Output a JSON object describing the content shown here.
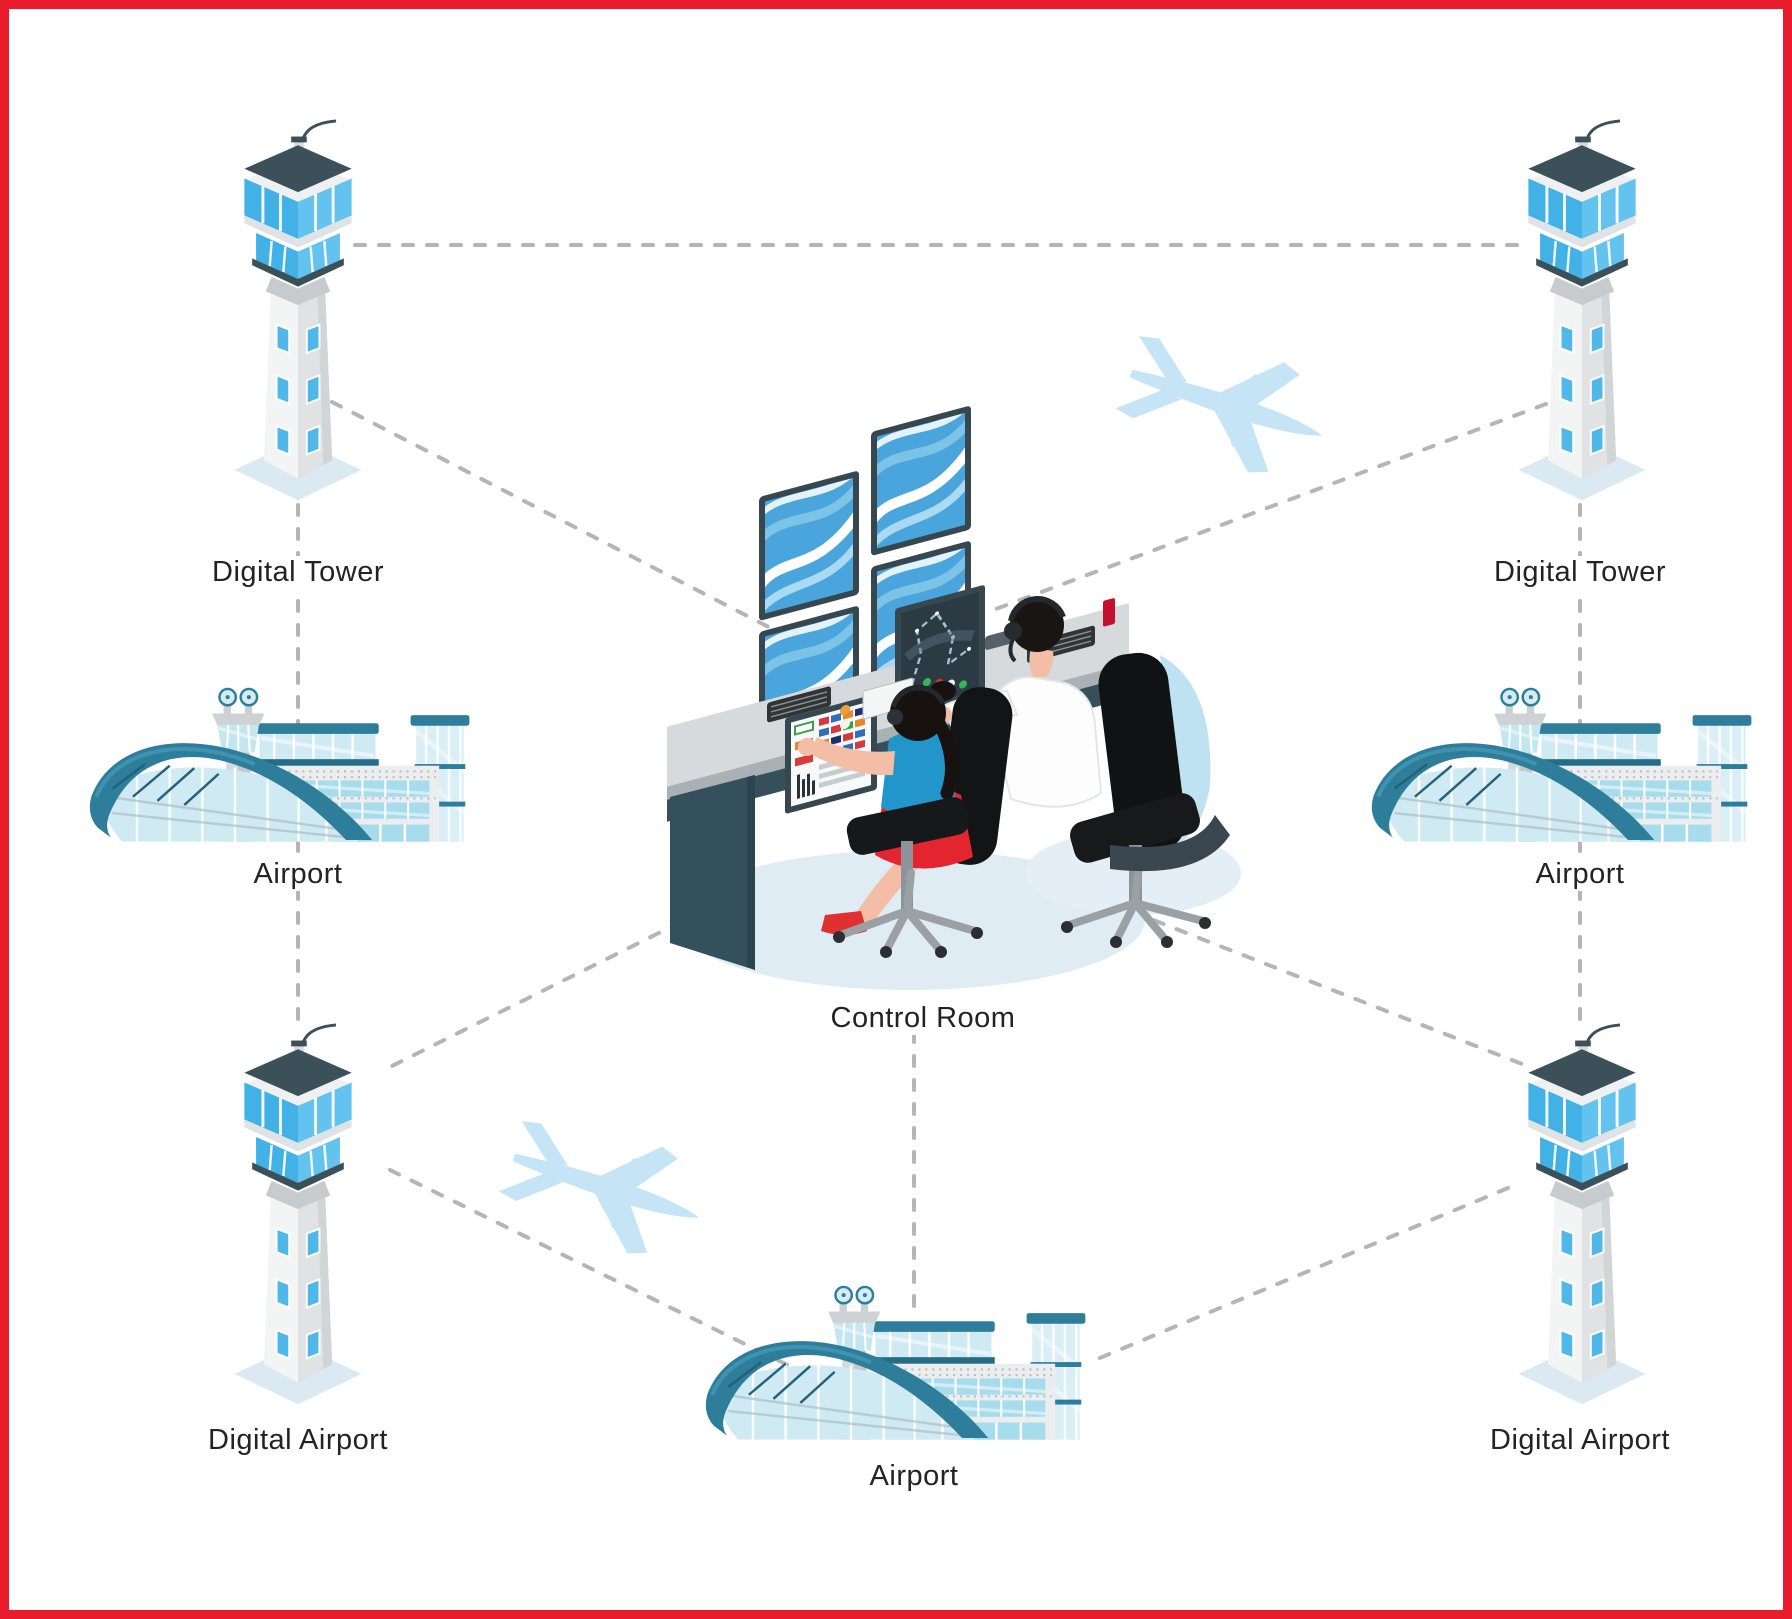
{
  "frame": {
    "border_color": "#e81c2b"
  },
  "nodes": {
    "top_left_tower": {
      "label": "Digital Tower",
      "icon": "control-tower-illustration"
    },
    "top_right_tower": {
      "label": "Digital Tower",
      "icon": "control-tower-illustration"
    },
    "left_airport": {
      "label": "Airport",
      "icon": "airport-terminal-illustration"
    },
    "right_airport": {
      "label": "Airport",
      "icon": "airport-terminal-illustration"
    },
    "control_room": {
      "label": "Control Room",
      "icon": "control-room-illustration"
    },
    "bottom_left_tower": {
      "label": "Digital Airport",
      "icon": "control-tower-illustration"
    },
    "bottom_right_tower": {
      "label": "Digital Airport",
      "icon": "control-tower-illustration"
    },
    "bottom_airport": {
      "label": "Airport",
      "icon": "airport-terminal-illustration"
    }
  },
  "connections": [
    {
      "from": "top_left_tower",
      "to": "top_right_tower"
    },
    {
      "from": "top_left_tower",
      "to": "control_room"
    },
    {
      "from": "top_right_tower",
      "to": "control_room"
    },
    {
      "from": "top_left_tower",
      "to": "left_airport"
    },
    {
      "from": "left_airport",
      "to": "bottom_left_tower"
    },
    {
      "from": "top_right_tower",
      "to": "right_airport"
    },
    {
      "from": "right_airport",
      "to": "bottom_right_tower"
    },
    {
      "from": "control_room",
      "to": "bottom_left_tower"
    },
    {
      "from": "control_room",
      "to": "bottom_right_tower"
    },
    {
      "from": "control_room",
      "to": "bottom_airport"
    },
    {
      "from": "bottom_left_tower",
      "to": "bottom_airport"
    },
    {
      "from": "bottom_right_tower",
      "to": "bottom_airport"
    }
  ],
  "decorations": {
    "airplane_count": 2,
    "airplane_color": "#c5e4f6"
  },
  "colors": {
    "line": "#b5b5b5",
    "text": "#232323",
    "tower_roof": "#3c5059",
    "glass_cyan": "#45b4e8",
    "airport_teal": "#2e7d9a",
    "base_pad": "#dbe9f2"
  }
}
